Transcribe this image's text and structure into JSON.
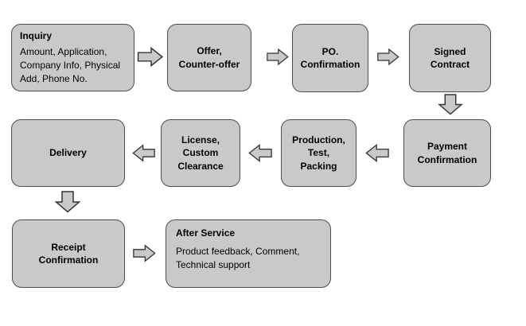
{
  "flowchart": {
    "nodes": {
      "inquiry": {
        "title": "Inquiry",
        "body": "Amount, Application,\nCompany Info, Physical\nAdd, Phone No."
      },
      "offer": {
        "label": "Offer,\nCounter-offer"
      },
      "po_confirmation": {
        "label": "PO.\nConfirmation"
      },
      "signed_contract": {
        "label": "Signed\nContract"
      },
      "payment_confirmation": {
        "label": "Payment\nConfirmation"
      },
      "production_test_packing": {
        "label": "Production,\nTest,\nPacking"
      },
      "license_custom_clearance": {
        "label": "License,\nCustom\nClearance"
      },
      "delivery": {
        "label": "Delivery"
      },
      "receipt_confirmation": {
        "label": "Receipt\nConfirmation"
      },
      "after_service": {
        "title": "After Service",
        "body": "Product feedback, Comment,\nTechnical support"
      }
    },
    "icons": {
      "arrow_right": "right-block-arrow",
      "arrow_left": "left-block-arrow",
      "arrow_down": "down-block-arrow"
    },
    "colors": {
      "node_fill": "#c9c9c9",
      "node_border": "#4d4d4d",
      "arrow_fill": "#c9c9c9",
      "arrow_outline": "#333333",
      "text": "#000000",
      "background": "#ffffff"
    }
  }
}
